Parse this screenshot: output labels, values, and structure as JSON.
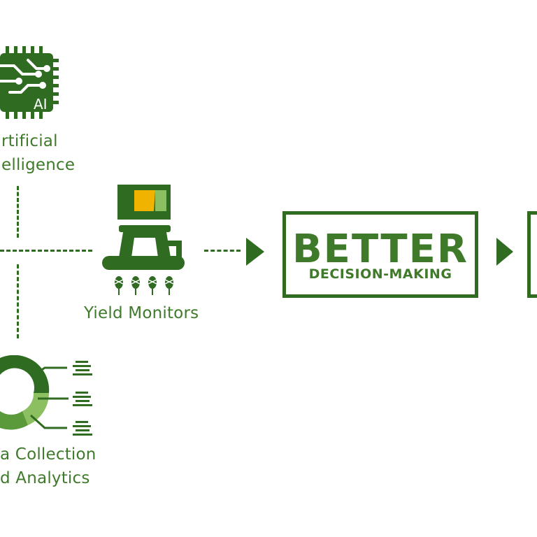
{
  "nodes": {
    "ai": {
      "label_line1": "rtificial",
      "label_line2": "elligence",
      "chip_text": "AI"
    },
    "yield": {
      "label": "Yield Monitors"
    },
    "data": {
      "label_line1": "a Collection",
      "label_line2": "d Analytics"
    }
  },
  "outcome": {
    "title": "BETTER",
    "subtitle": "DECISION-MAKING"
  },
  "colors": {
    "dark_green": "#2f6b21",
    "mid_green": "#3f7a2a",
    "light_green": "#8cbf5f",
    "yellow": "#f0b400"
  },
  "icons": [
    "ai-chip-icon",
    "combine-harvester-icon",
    "wheat-icon",
    "donut-chart-icon",
    "list-icon",
    "arrow-right-icon"
  ]
}
